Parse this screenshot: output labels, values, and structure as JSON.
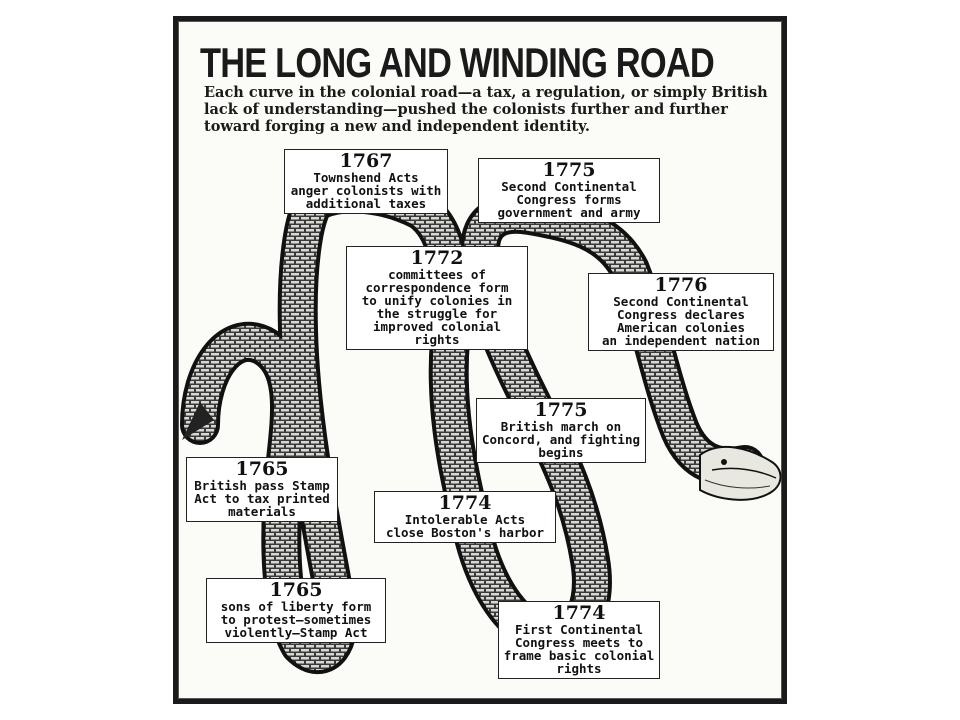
{
  "title": "THE LONG AND WINDING ROAD",
  "subtitle": "Each curve in the colonial road—a tax, a regulation, or simply British lack of understanding—pushed the colonists further and further toward forging a new and independent identity.",
  "events": [
    {
      "year": "1765",
      "text": "British pass Stamp\nAct to tax printed\nmaterials"
    },
    {
      "year": "1765",
      "text": "sons of liberty form\nto protest—sometimes\nviolently—Stamp Act"
    },
    {
      "year": "1767",
      "text": "Townshend Acts\nanger colonists with\nadditional taxes"
    },
    {
      "year": "1772",
      "text": "committees of\ncorrespondence form\nto unify colonies in\nthe struggle for\nimproved colonial\nrights"
    },
    {
      "year": "1774",
      "text": "Intolerable Acts\nclose Boston's harbor"
    },
    {
      "year": "1774",
      "text": "First Continental\nCongress meets to\nframe basic colonial\nrights"
    },
    {
      "year": "1775",
      "text": "British march on\nConcord, and fighting\nbegins"
    },
    {
      "year": "1775",
      "text": "Second Continental\nCongress forms\ngovernment and army"
    },
    {
      "year": "1776",
      "text": "Second Continental\nCongress declares\nAmerican colonies\nan independent nation"
    }
  ]
}
